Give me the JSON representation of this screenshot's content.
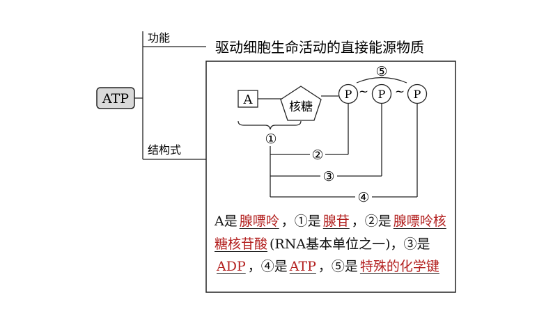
{
  "root": {
    "label": "ATP"
  },
  "branches": {
    "function": {
      "label": "功能",
      "content": "驱动细胞生命活动的直接能源物质"
    },
    "structure": {
      "label": "结构式"
    }
  },
  "molecule": {
    "base": "A",
    "sugar": "核糖",
    "phosphate": "P",
    "bond": "~",
    "markers": [
      "①",
      "②",
      "③",
      "④",
      "⑤"
    ]
  },
  "fill": {
    "parts": [
      {
        "text": "A是",
        "answer": false
      },
      {
        "text": "腺嘌呤",
        "answer": true
      },
      {
        "text": "，①是",
        "answer": false
      },
      {
        "text": "腺苷",
        "answer": true
      },
      {
        "text": "，②是",
        "answer": false
      },
      {
        "text": "腺嘌呤核糖核苷酸",
        "answer": true
      },
      {
        "text": "(RNA基本单位之一)，③是",
        "answer": false
      },
      {
        "text": "ADP",
        "answer": true
      },
      {
        "text": "，④是",
        "answer": false
      },
      {
        "text": "ATP",
        "answer": true
      },
      {
        "text": "，⑤是",
        "answer": false
      },
      {
        "text": "特殊的化学键",
        "answer": true
      }
    ]
  },
  "colors": {
    "answer": "#b3201f",
    "root_fill": "#d9d9d9",
    "line": "#222222"
  }
}
